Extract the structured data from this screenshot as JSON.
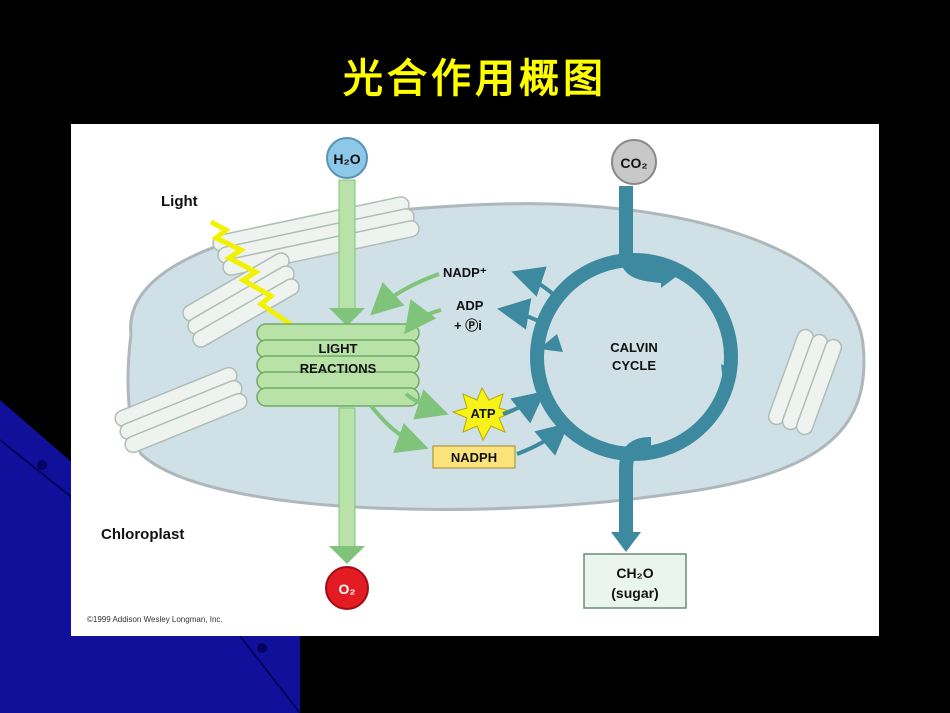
{
  "slide": {
    "title": "光合作用概图"
  },
  "diagram": {
    "inputs": {
      "water": "H₂O",
      "carbon_dioxide": "CO₂"
    },
    "outputs": {
      "oxygen": "O₂",
      "sugar_formula": "CH₂O",
      "sugar_name": "(sugar)"
    },
    "light": "Light",
    "light_reactions": {
      "line1": "LIGHT",
      "line2": "REACTIONS"
    },
    "calvin_cycle": {
      "line1": "CALVIN",
      "line2": "CYCLE"
    },
    "molecules": {
      "nadp_plus": "NADP⁺",
      "adp": "ADP",
      "pi": "+ Ⓟi",
      "atp": "ATP",
      "nadph": "NADPH"
    },
    "organelle": "Chloroplast",
    "copyright": "©1999 Addison Wesley Longman, Inc."
  },
  "colors": {
    "title": "#ffff00",
    "background": "#000000",
    "decoration": "#10109a",
    "stroma": "#cfe0e6",
    "thylakoid": "#b8e2a8",
    "calvin_arrow": "#3d8aa0",
    "oxygen": "#e31b23",
    "water": "#8ec8e8",
    "co2": "#c8c8c8",
    "nadph_box": "#fbe27a"
  }
}
